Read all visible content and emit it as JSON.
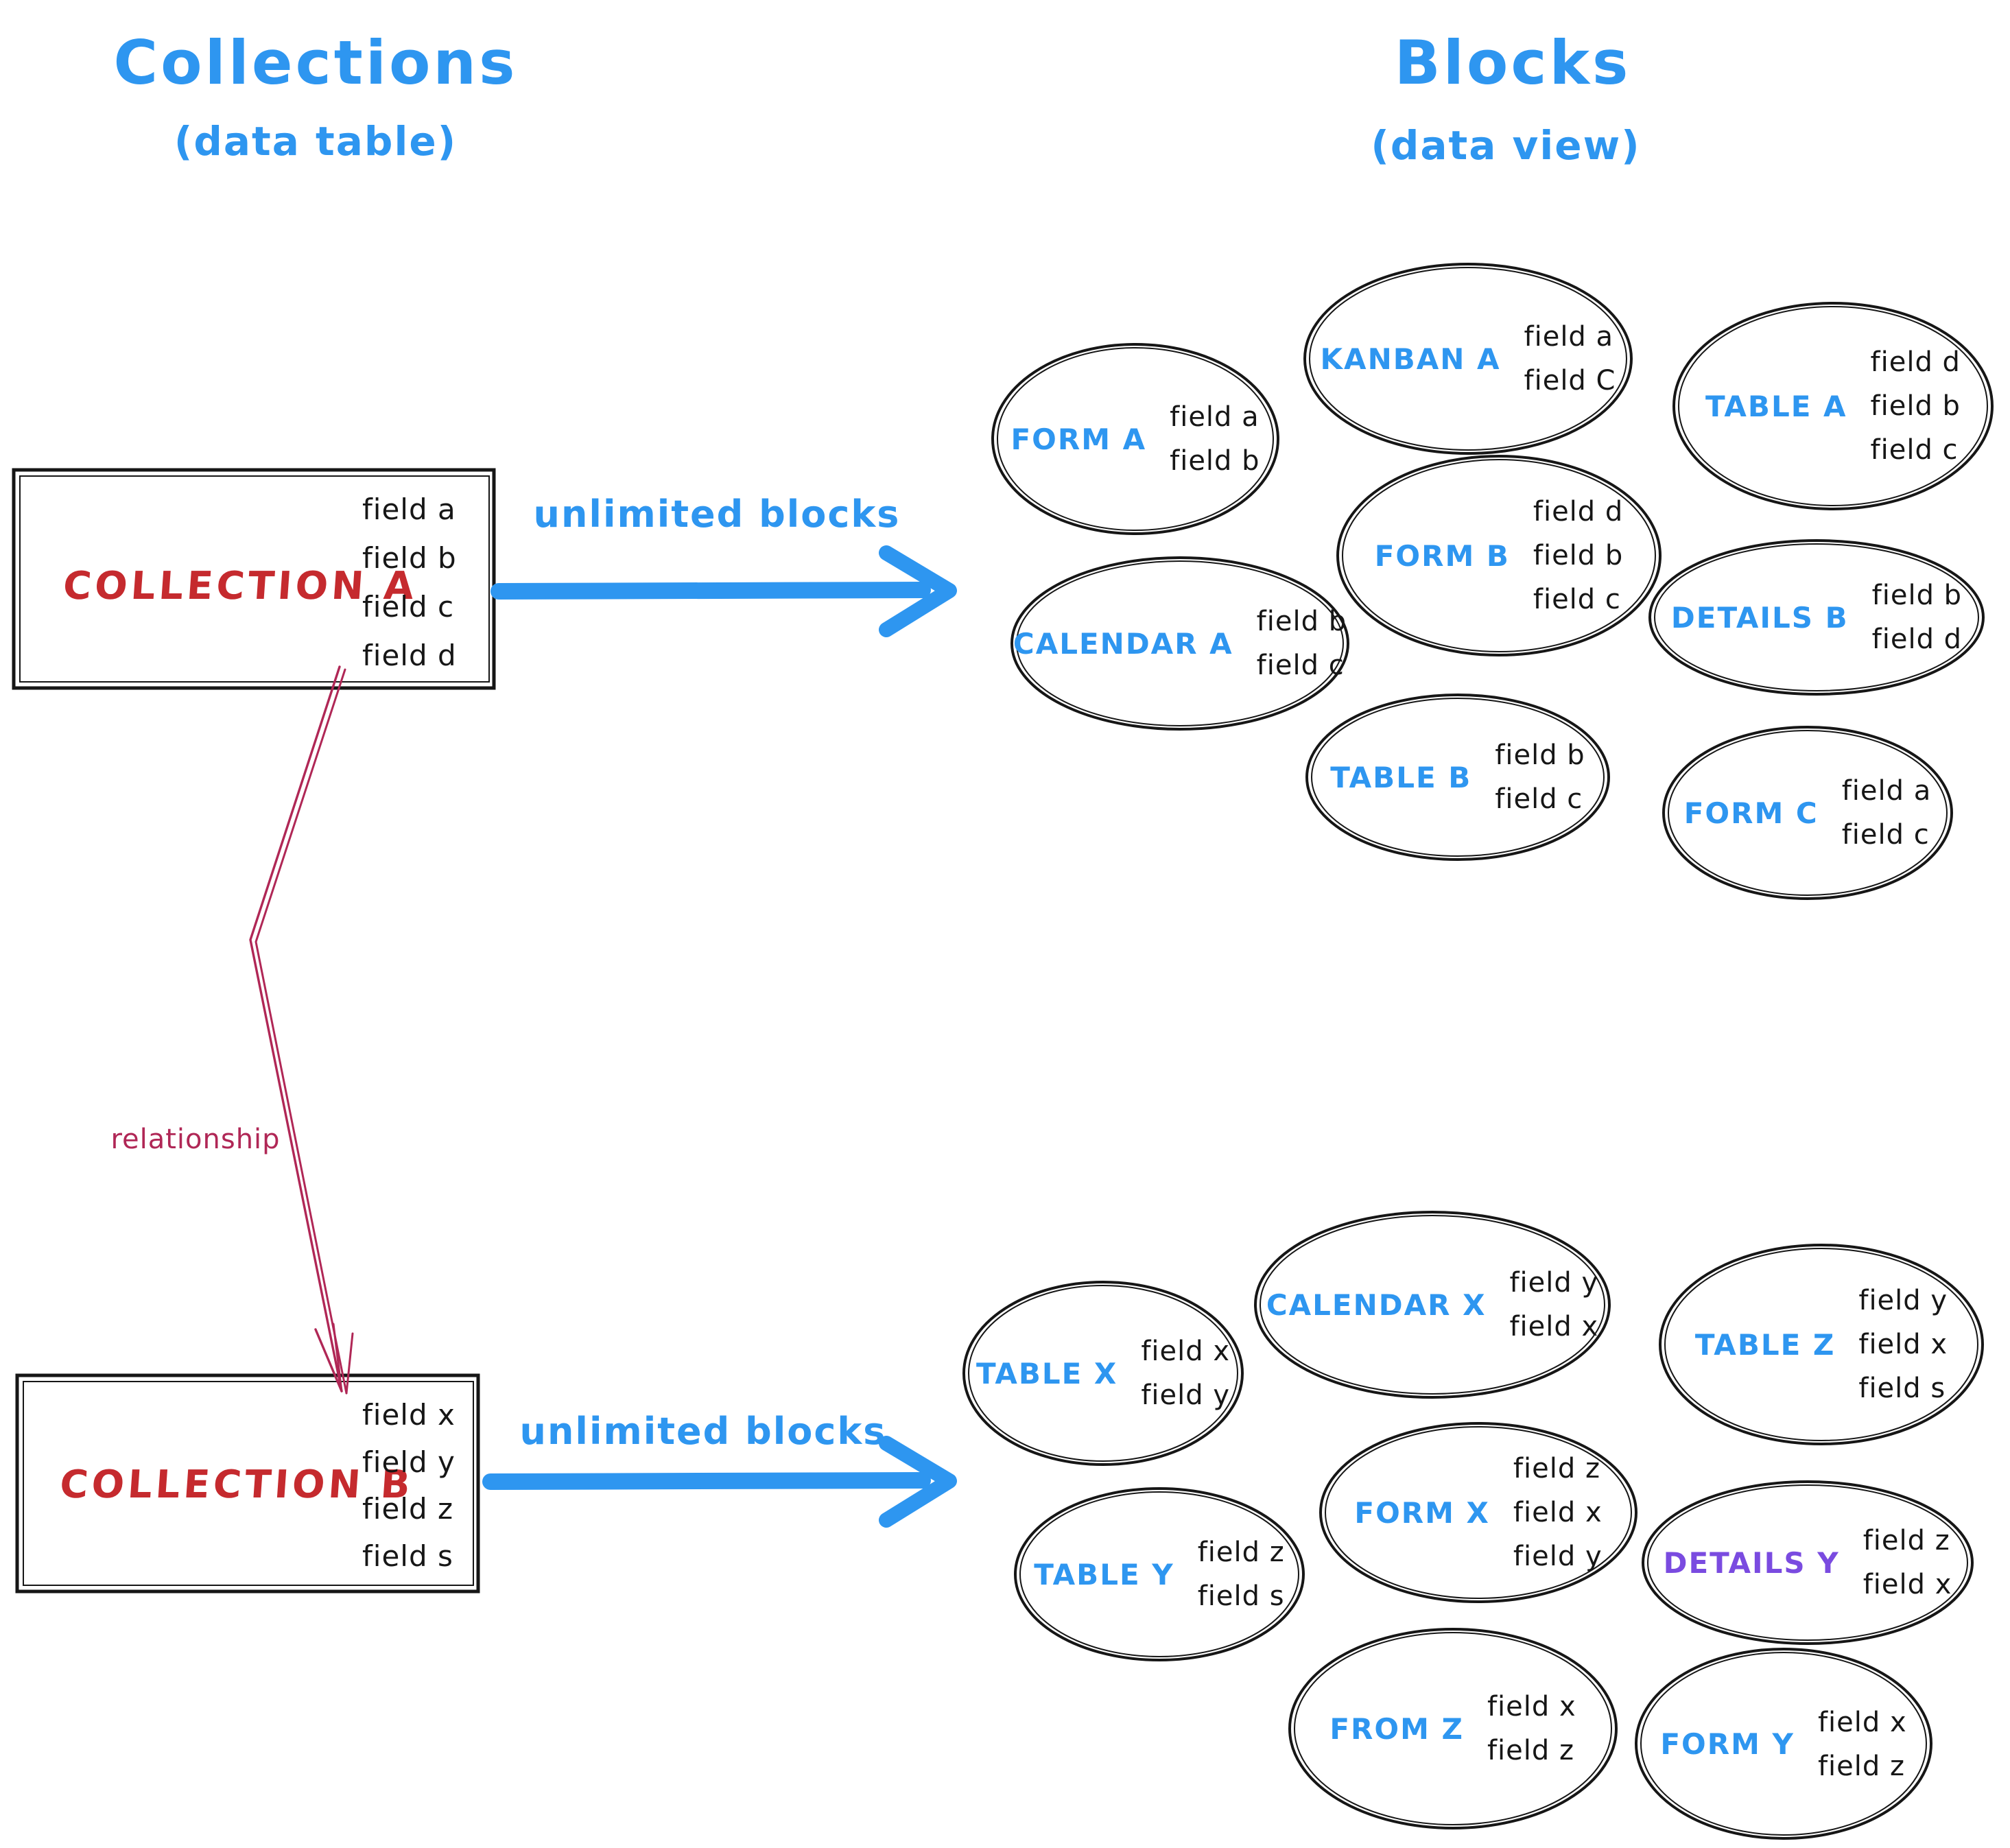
{
  "titles": {
    "left_title": "Collections",
    "left_subtitle": "(data table)",
    "right_title": "Blocks",
    "right_subtitle": "(data view)"
  },
  "collections": [
    {
      "name": "COLLECTION A",
      "fields": [
        "field a",
        "field b",
        "field c",
        "field d"
      ]
    },
    {
      "name": "COLLECTION B",
      "fields": [
        "field x",
        "field y",
        "field z",
        "field s"
      ]
    }
  ],
  "arrows": {
    "unlimited_blocks_top": "unlimited blocks",
    "unlimited_blocks_bottom": "unlimited blocks",
    "relationship": "relationship"
  },
  "blocks_a": [
    {
      "label": "FORM A",
      "fields": [
        "field a",
        "field b"
      ]
    },
    {
      "label": "KANBAN A",
      "fields": [
        "field a",
        "field C"
      ]
    },
    {
      "label": "TABLE A",
      "fields": [
        "field d",
        "field b",
        "field c"
      ]
    },
    {
      "label": "CALENDAR A",
      "fields": [
        "field b",
        "field c"
      ]
    },
    {
      "label": "FORM B",
      "fields": [
        "field d",
        "field b",
        "field c"
      ]
    },
    {
      "label": "DETAILS B",
      "fields": [
        "field b",
        "field d"
      ]
    },
    {
      "label": "TABLE B",
      "fields": [
        "field b",
        "field c"
      ]
    },
    {
      "label": "FORM C",
      "fields": [
        "field a",
        "field c"
      ]
    }
  ],
  "blocks_b": [
    {
      "label": "TABLE X",
      "fields": [
        "field x",
        "field y"
      ]
    },
    {
      "label": "CALENDAR X",
      "fields": [
        "field y",
        "field x"
      ]
    },
    {
      "label": "TABLE Z",
      "fields": [
        "field y",
        "field x",
        "field s"
      ]
    },
    {
      "label": "FORM X",
      "fields": [
        "field z",
        "field x",
        "field y"
      ]
    },
    {
      "label": "TABLE Y",
      "fields": [
        "field z",
        "field s"
      ]
    },
    {
      "label": "DETAILS Y",
      "fields": [
        "field z",
        "field x"
      ]
    },
    {
      "label": "FROM Z",
      "fields": [
        "field x",
        "field z"
      ]
    },
    {
      "label": "FORM Y",
      "fields": [
        "field x",
        "field z"
      ]
    }
  ],
  "colors": {
    "accent_blue": "#2e96f0",
    "collection_red": "#c52a2e",
    "relationship_crimson": "#b02756",
    "details_y_purple": "#7a4be0",
    "ink": "#161616"
  }
}
